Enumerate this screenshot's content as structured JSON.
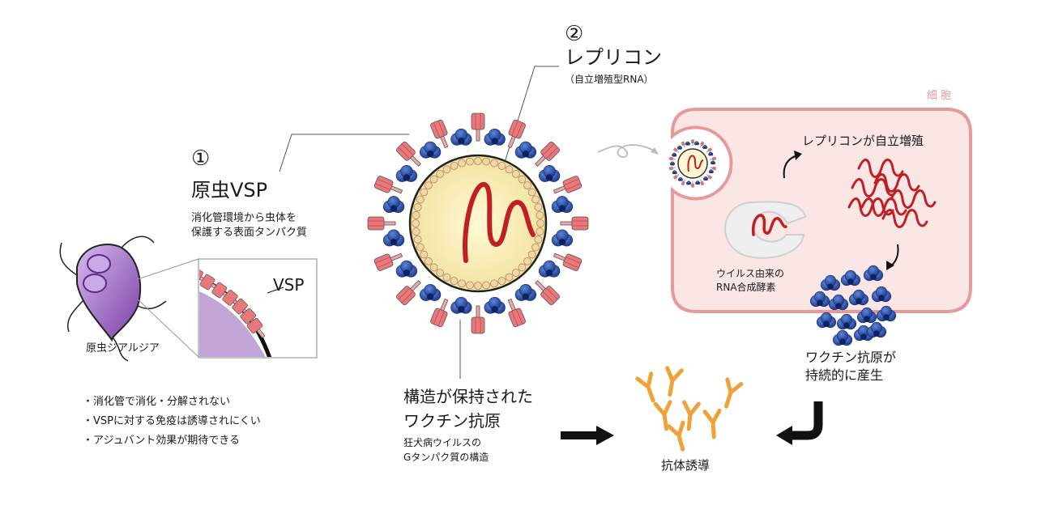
{
  "section1": {
    "number": "①",
    "title": "原虫VSP",
    "desc_line1": "消化管環境から虫体を",
    "desc_line2": "保護する表面タンパク質",
    "zoom_label": "VSP",
    "organism_label": "原虫ジアルジア",
    "bullets": [
      "・消化管で消化・分解されない",
      "・VSPに対する免疫は誘導されにくい",
      "・アジュバント効果が期待できる"
    ]
  },
  "section2": {
    "number": "②",
    "title": "レプリコン",
    "subtitle": "（自立増殖型RNA）"
  },
  "vaccine": {
    "title_line1": "構造が保持された",
    "title_line2": "ワクチン抗原",
    "desc_line1": "狂犬病ウイルスの",
    "desc_line2": "Gタンパク質の構造"
  },
  "cell": {
    "label": "細胞",
    "replicon_text": "レプリコンが自立増殖",
    "enzyme_line1": "ウイルス由来の",
    "enzyme_line2": "RNA合成酵素",
    "antigen_line1": "ワクチン抗原が",
    "antigen_line2": "持続的に産生"
  },
  "antibody": {
    "label": "抗体誘導"
  },
  "colors": {
    "cell_fill": "#fbe6e6",
    "cell_border": "#e79a9a",
    "rna": "#c01f24",
    "protein_blue": "#2a4ea8",
    "spike_pink": "#e8787c",
    "antibody": "#f0a23a",
    "parasite": "#8e5bb5"
  }
}
